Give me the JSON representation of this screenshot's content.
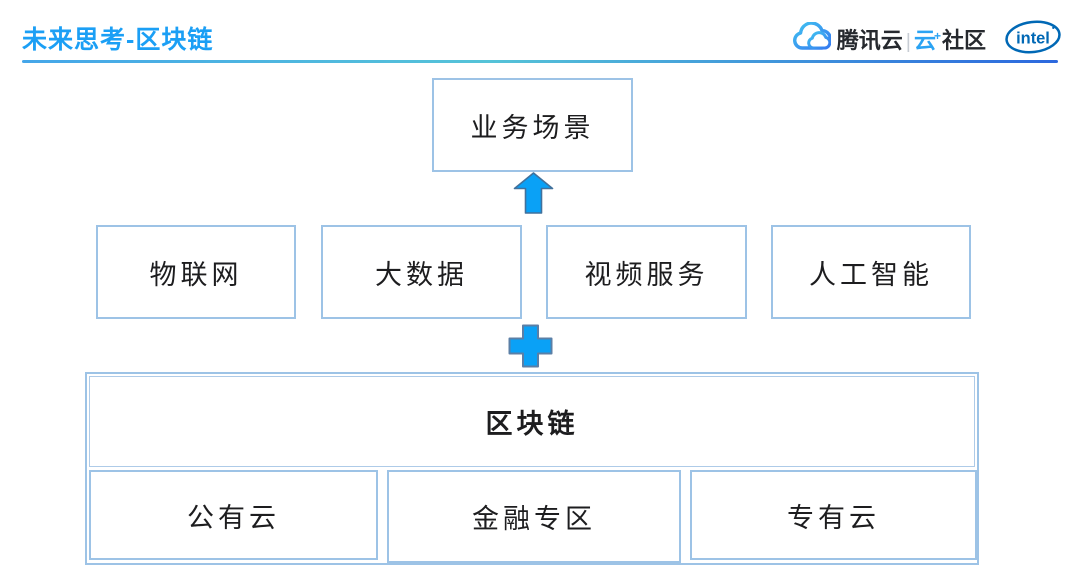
{
  "header": {
    "title": "未来思考-区块链",
    "tencent_logo": {
      "brand": "腾讯云",
      "separator": "|",
      "community_cloud": "云",
      "community_plus": "+",
      "community_suffix": "社区"
    },
    "intel_logo": {
      "label": "intel"
    }
  },
  "diagram": {
    "top_box": {
      "label": "业务场景"
    },
    "middle_row": [
      {
        "label": "物联网"
      },
      {
        "label": "大数据"
      },
      {
        "label": "视频服务"
      },
      {
        "label": "人工智能"
      }
    ],
    "bottom_section": {
      "header": {
        "label": "区块链"
      },
      "items": [
        {
          "label": "公有云"
        },
        {
          "label": "金融专区"
        },
        {
          "label": "专有云"
        }
      ]
    }
  },
  "colors": {
    "title_blue": "#1b9ff5",
    "box_border_blue": "#9dc3e6",
    "arrow_fill": "#0aa1f6",
    "arrow_stroke": "#41719c",
    "intel_blue": "#0068b5",
    "rule_gradient_start": "#45a6e9",
    "rule_gradient_mid": "#55c3d8",
    "rule_gradient_end": "#2c68de"
  }
}
